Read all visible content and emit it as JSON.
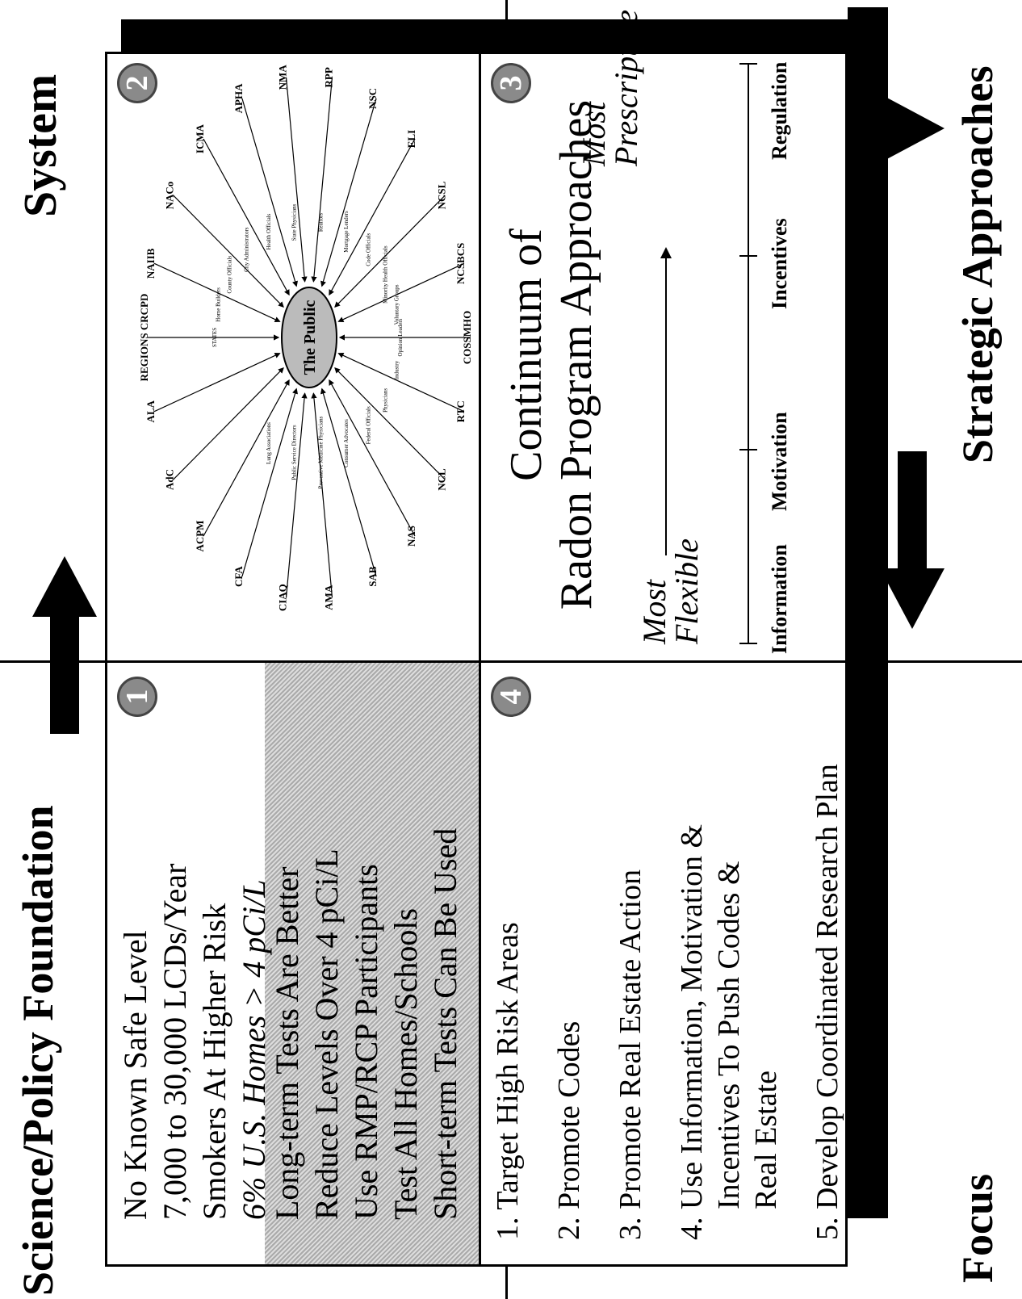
{
  "labels": {
    "science_policy": "Science/Policy Foundation",
    "system": "System",
    "focus": "Focus",
    "strategic": "Strategic Approaches"
  },
  "quadrant1": {
    "number": "1",
    "lines": [
      "No Known Safe Level",
      "7,000 to 30,000 LCDs/Year",
      "Smokers At Higher Risk",
      "6% U.S. Homes > 4 pCi/L"
    ],
    "shaded_lines": [
      "Long-term Tests Are Better",
      "Reduce Levels Over 4 pCi/L",
      "Use RMP/RCP Participants",
      "Test All Homes/Schools",
      "Short-term Tests Can Be Used"
    ]
  },
  "quadrant2": {
    "number": "2",
    "center": "The Public",
    "outer_nodes": [
      "REGIONS CRCPD",
      "NAIIB",
      "NACo",
      "ICMA",
      "APHA",
      "NMA",
      "RPP",
      "NSC",
      "ELI",
      "NCSL",
      "NCSBCS",
      "COSSMHO",
      "RTC",
      "NCL",
      "NAS",
      "SAB",
      "AMA",
      "CIAQ",
      "CFA",
      "ACPM",
      "AdC",
      "ALA"
    ],
    "inner_nodes": [
      "STATES",
      "Home Builders",
      "County Officials",
      "City Administrators",
      "Health Officials",
      "State Physicians",
      "Realtors",
      "Mortgage Lenders",
      "Code Officials",
      "Minority Health Officials",
      "Voluntary Groups",
      "Opinion Leaders",
      "Industry",
      "Physicians",
      "Federal Officials",
      "Consumer Advocates",
      "Preventive Medicine Physicians",
      "Public Service Directors",
      "Lung Associations"
    ]
  },
  "quadrant3": {
    "number": "3",
    "title_line1": "Continuum of",
    "title_line2": "Radon Program Approaches",
    "most_flexible_1": "Most",
    "most_flexible_2": "Flexible",
    "most_prescriptive_1": "Most",
    "most_prescriptive_2": "Prescriptive",
    "scale": [
      "Information",
      "Motivation",
      "Incentives",
      "Regulation"
    ]
  },
  "quadrant4": {
    "number": "4",
    "items": [
      {
        "lines": [
          "1. Target High Risk Areas"
        ]
      },
      {
        "lines": [
          "2. Promote Codes"
        ]
      },
      {
        "lines": [
          "3. Promote Real Estate Action"
        ]
      },
      {
        "lines": [
          "4. Use Information, Motivation &",
          "Incentives To Push Codes &",
          "Real Estate"
        ]
      },
      {
        "lines": [
          "5. Develop Coordinated Research Plan"
        ]
      }
    ]
  }
}
